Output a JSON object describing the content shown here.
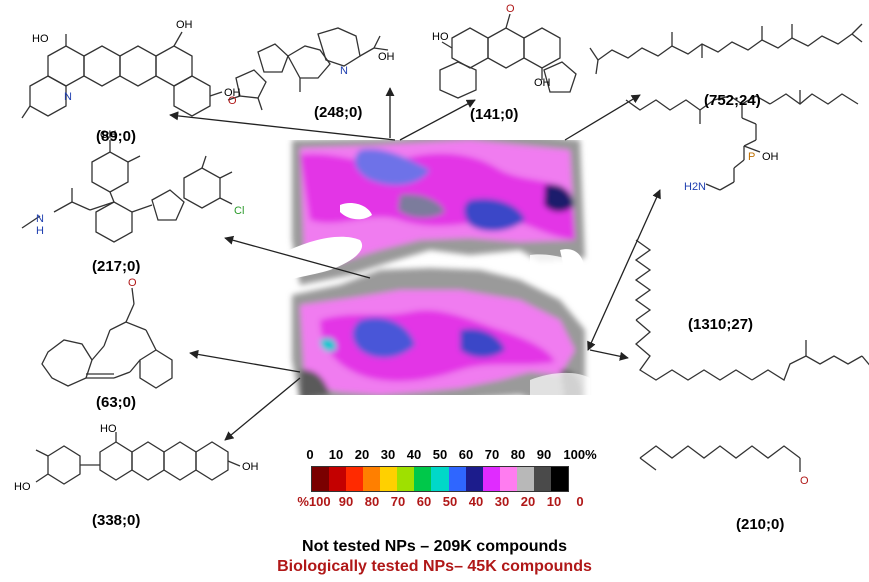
{
  "labels": {
    "l1": "(89;0)",
    "l2": "(248;0)",
    "l3": "(141;0)",
    "l4": "(752;24)",
    "l5": "(217;0)",
    "l6": "(1310;27)",
    "l7": "(63;0)",
    "l8": "(338;0)",
    "l9": "(210;0)"
  },
  "scale": {
    "top": [
      "0",
      "10",
      "20",
      "30",
      "40",
      "50",
      "60",
      "70",
      "80",
      "90",
      "100%"
    ],
    "bottom": [
      "%100",
      "90",
      "80",
      "70",
      "60",
      "50",
      "40",
      "30",
      "20",
      "10",
      "0"
    ],
    "colors": [
      "#7a0000",
      "#c40000",
      "#ff2a00",
      "#ff7f00",
      "#ffd000",
      "#9fe000",
      "#00c84a",
      "#00d8c8",
      "#2f66ff",
      "#1c1c8c",
      "#e02bff",
      "#ff7cf0",
      "#b8b8b8",
      "#4a4a4a",
      "#000000"
    ]
  },
  "caption": {
    "line1": "Not tested NPs – 209K compounds",
    "line2": "Biologically tested NPs– 45K compounds"
  },
  "atoms": {
    "ho": "HO",
    "oh": "OH",
    "n": "N",
    "o": "O",
    "h": "H",
    "cl": "Cl",
    "p": "P",
    "h2n": "H2N"
  },
  "colors": {
    "nitrogen": "#1f3fb0",
    "oxygen": "#b01818",
    "chlorine": "#2a9a2a",
    "phosphorus": "#c07000",
    "arrow": "#222222"
  }
}
